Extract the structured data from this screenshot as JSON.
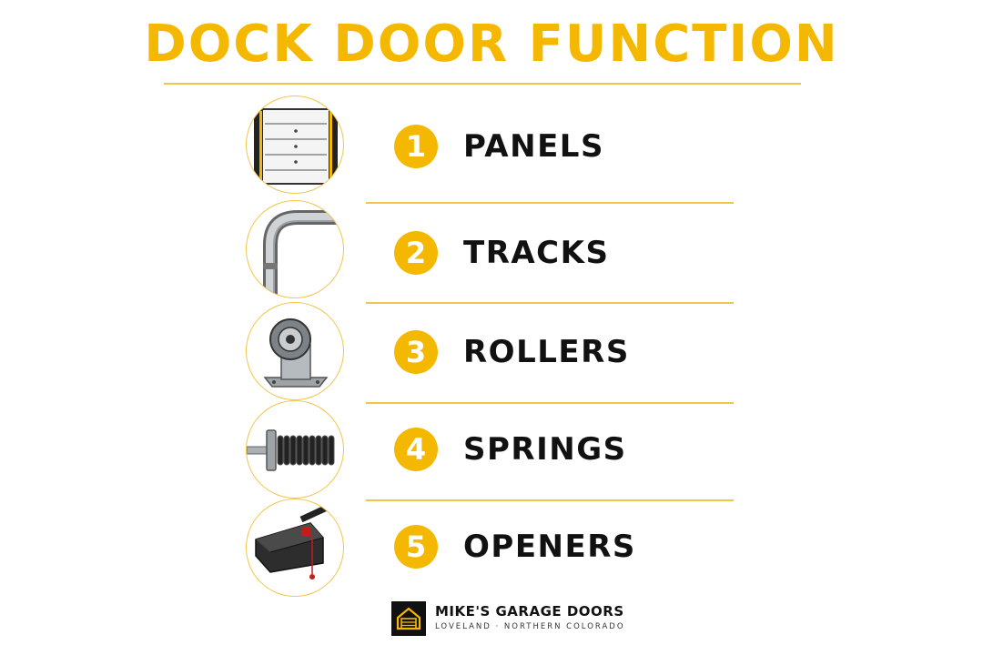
{
  "title": "DOCK DOOR FUNCTION",
  "colors": {
    "accent": "#F5B800",
    "text": "#111111",
    "divider": "#F0C64A"
  },
  "items": [
    {
      "number": "1",
      "label": "PANELS",
      "icon": "door-panels-icon"
    },
    {
      "number": "2",
      "label": "TRACKS",
      "icon": "curved-track-icon"
    },
    {
      "number": "3",
      "label": "ROLLERS",
      "icon": "roller-bracket-icon"
    },
    {
      "number": "4",
      "label": "SPRINGS",
      "icon": "torsion-spring-icon"
    },
    {
      "number": "5",
      "label": "OPENERS",
      "icon": "garage-opener-icon"
    }
  ],
  "footer": {
    "brand": "MIKE'S GARAGE DOORS",
    "tagline": "LOVELAND · NORTHERN COLORADO",
    "logo_icon": "garage-logo-icon"
  }
}
